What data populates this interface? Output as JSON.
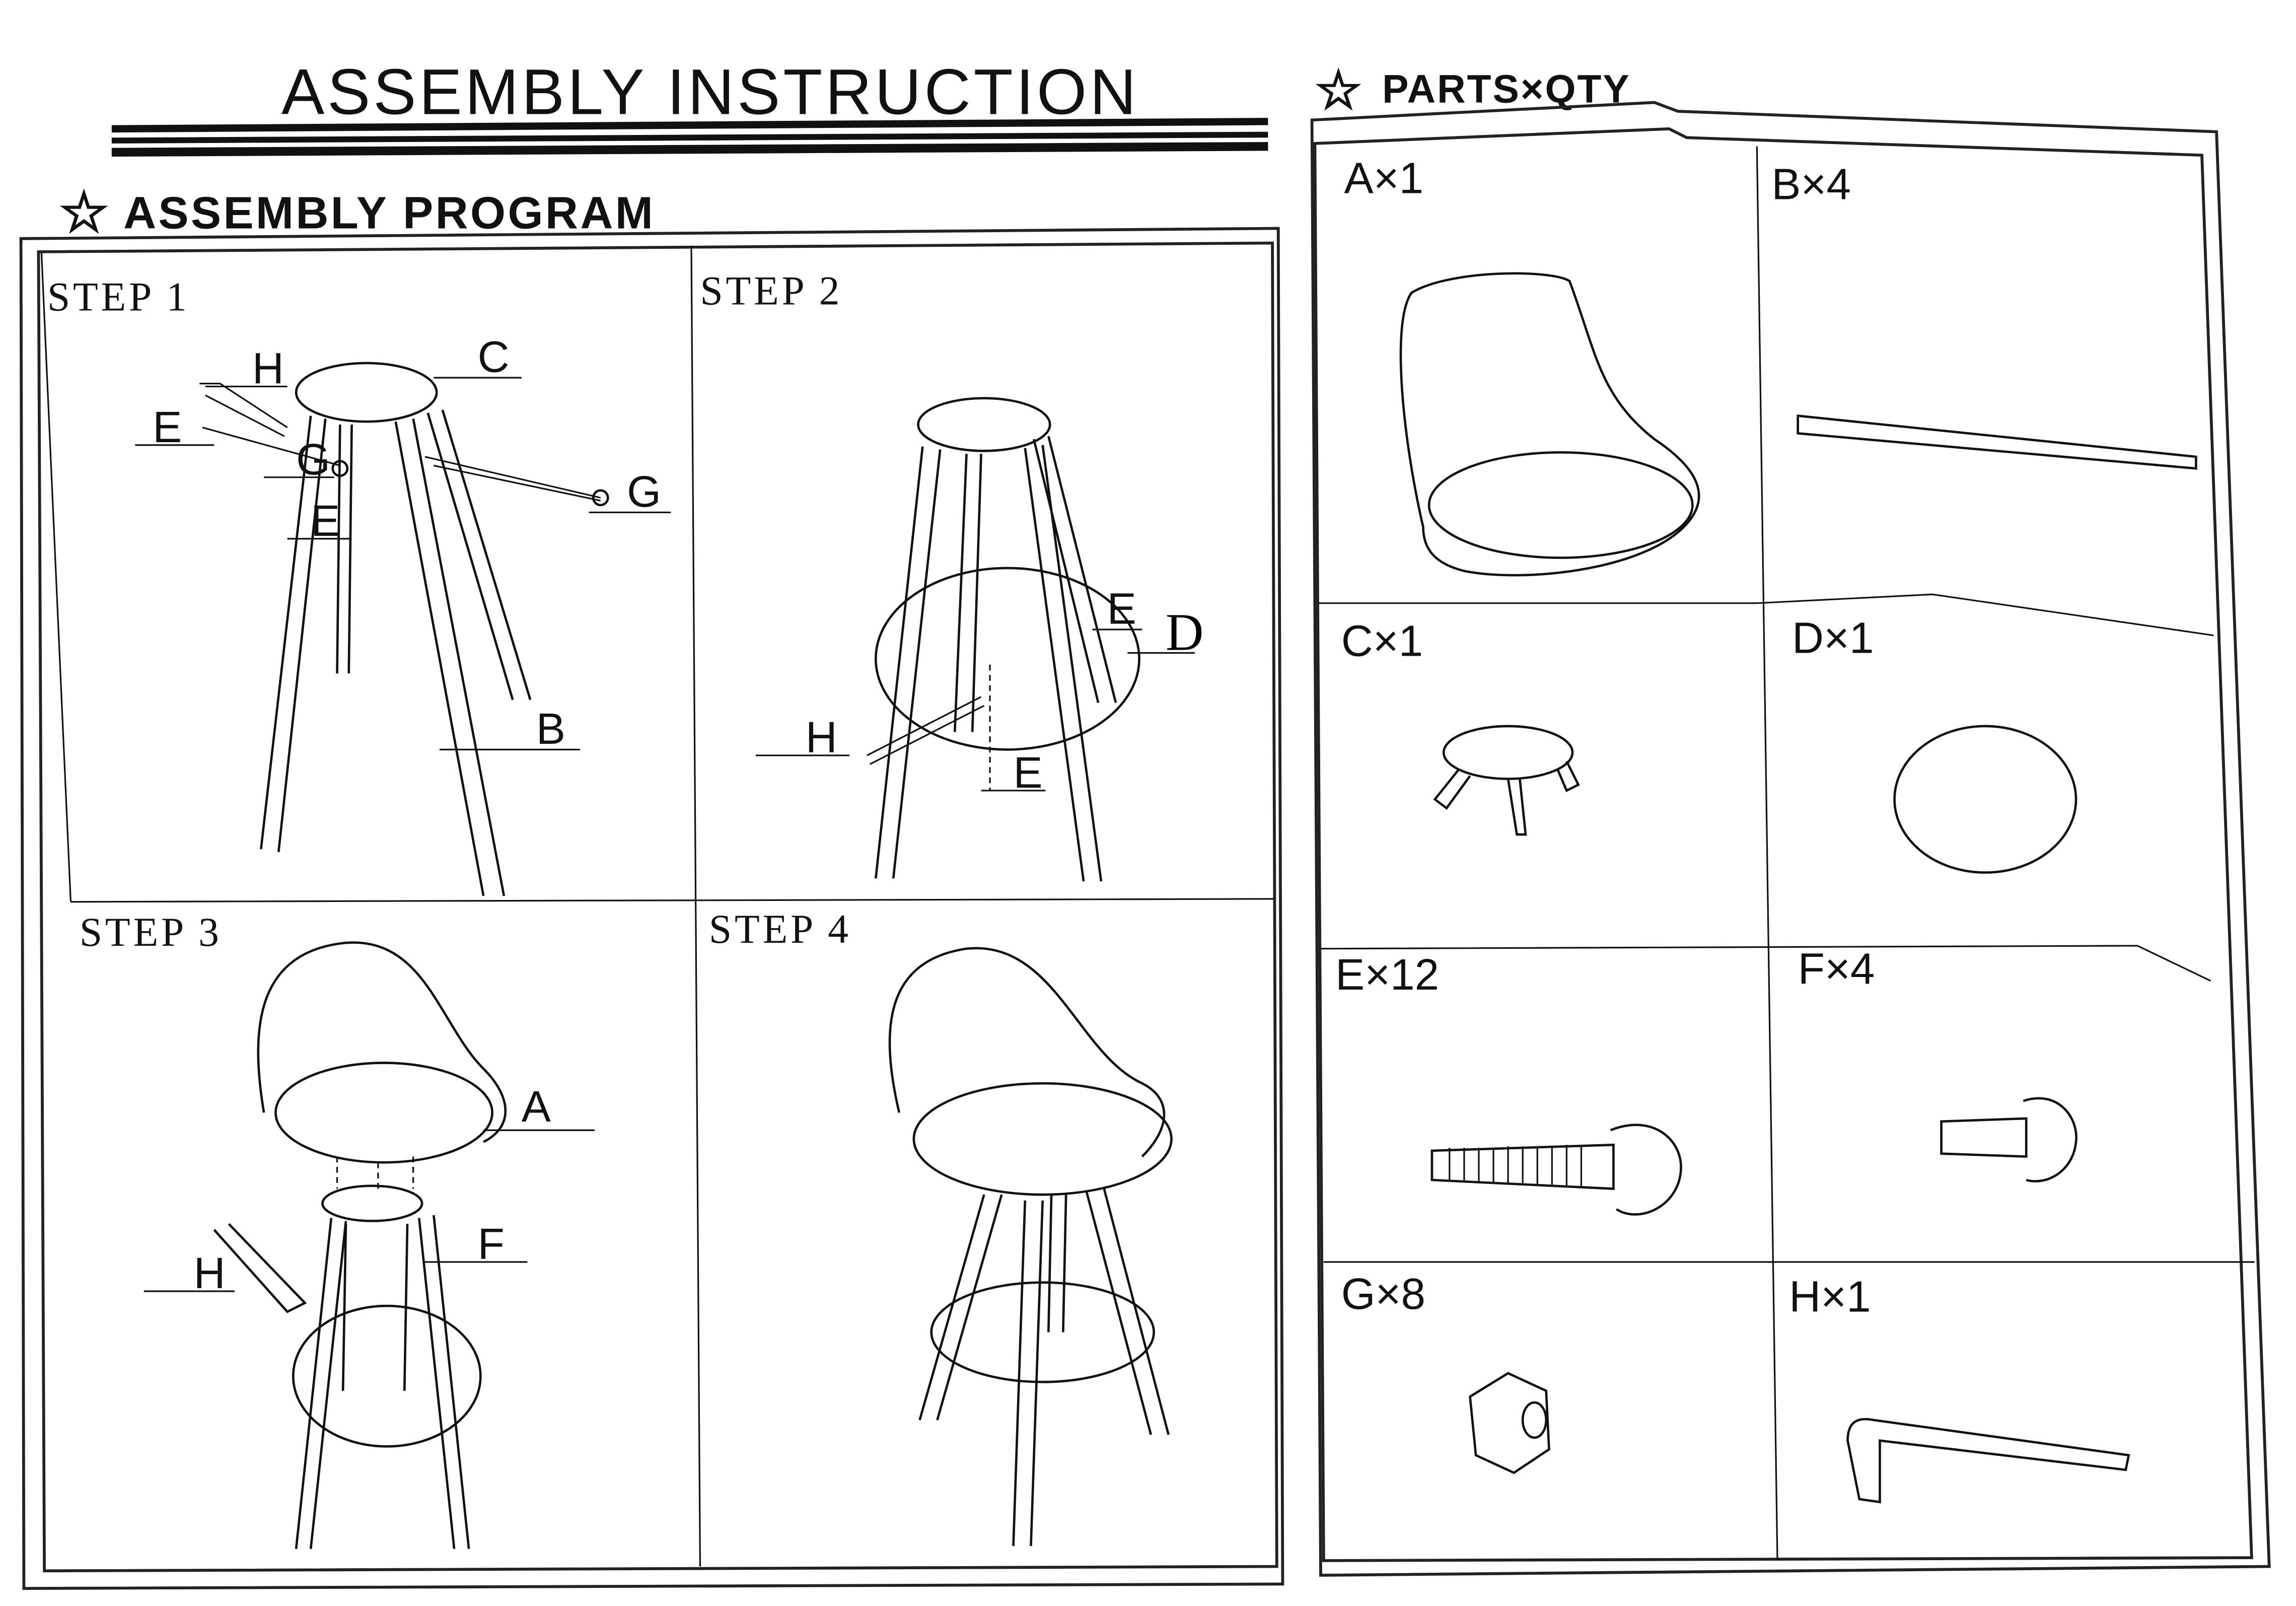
{
  "header": {
    "title": "ASSEMBLY INSTRUCTION"
  },
  "program": {
    "heading": "ASSEMBLY PROGRAM",
    "steps": [
      {
        "label": "STEP 1",
        "callouts": [
          "H",
          "C",
          "E",
          "G",
          "G",
          "E",
          "B"
        ]
      },
      {
        "label": "STEP 2",
        "callouts": [
          "E",
          "D",
          "H",
          "E"
        ]
      },
      {
        "label": "STEP 3",
        "callouts": [
          "A",
          "F",
          "H"
        ]
      },
      {
        "label": "STEP 4"
      }
    ]
  },
  "parts": {
    "heading": "PARTS×QTY",
    "items": [
      {
        "label": "A×1",
        "icon": "seat-shell"
      },
      {
        "label": "B×4",
        "icon": "leg"
      },
      {
        "label": "C×1",
        "icon": "seat-plate"
      },
      {
        "label": "D×1",
        "icon": "foot-ring"
      },
      {
        "label": "E×12",
        "icon": "long-bolt"
      },
      {
        "label": "F×4",
        "icon": "short-bolt"
      },
      {
        "label": "G×8",
        "icon": "nut"
      },
      {
        "label": "H×1",
        "icon": "allen-key"
      }
    ]
  }
}
